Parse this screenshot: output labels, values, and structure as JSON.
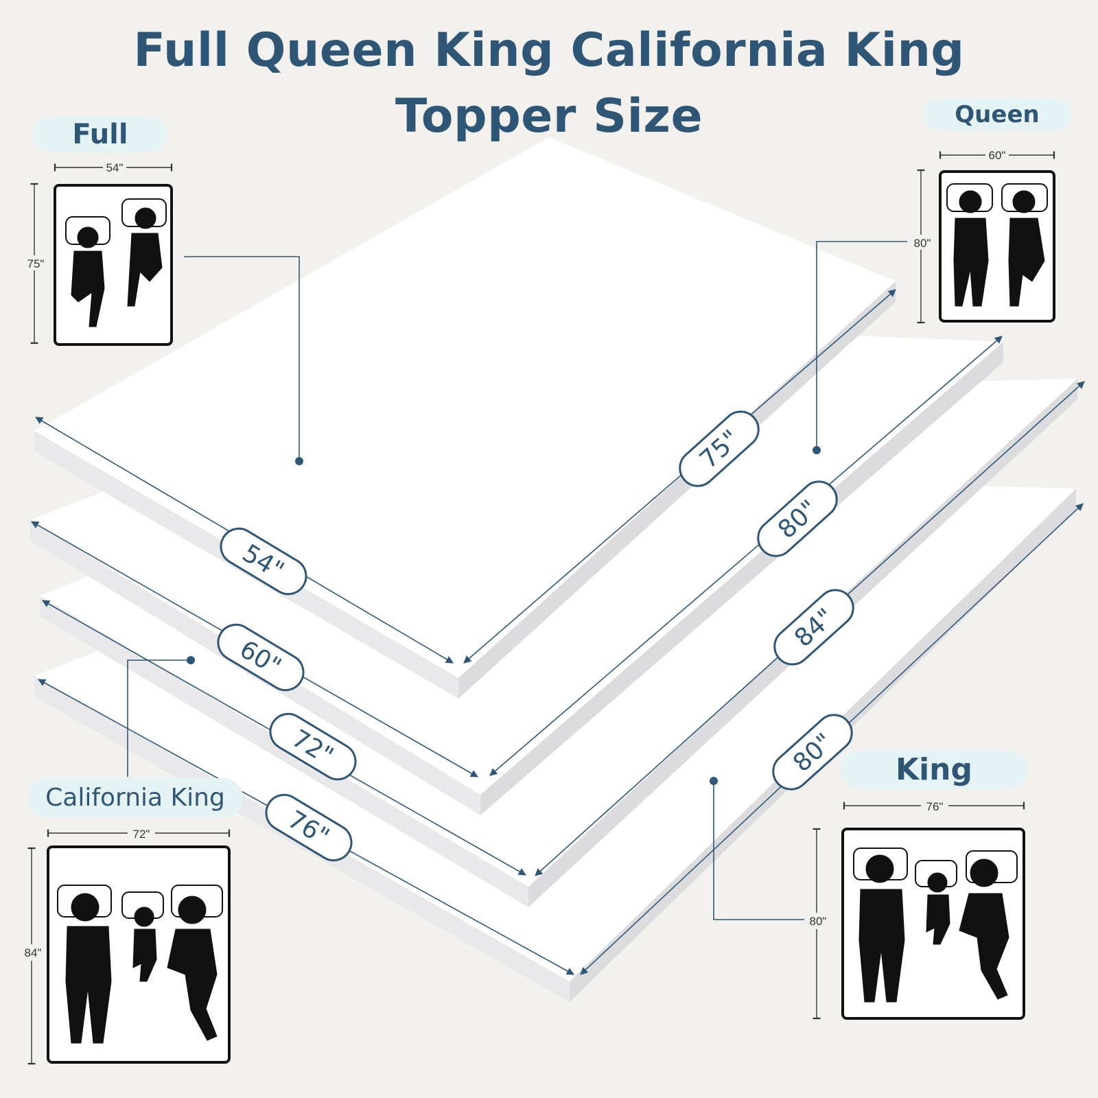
{
  "title": {
    "line1": "Full Queen King California King",
    "line2": "Topper Size"
  },
  "sizes": {
    "full": {
      "label": "Full",
      "width": "54\"",
      "length": "75\""
    },
    "queen": {
      "label": "Queen",
      "width": "60\"",
      "length": "80\""
    },
    "king": {
      "label": "King",
      "width": "76\"",
      "length": "80\""
    },
    "california_king": {
      "label": "California King",
      "width": "72\"",
      "length": "84\""
    }
  },
  "toppers": {
    "top": {
      "width_label": "54\"",
      "length_label": "75\""
    },
    "second": {
      "width_label": "60\"",
      "length_label": "80\""
    },
    "third": {
      "width_label": "72\"",
      "length_label": "84\""
    },
    "bottom": {
      "width_label": "76\"",
      "length_label": "80\""
    }
  },
  "colors": {
    "accent": "#2f5775",
    "pill_bg": "#e6f3f4",
    "background": "#f3f1ee",
    "topper": "#ffffff"
  }
}
